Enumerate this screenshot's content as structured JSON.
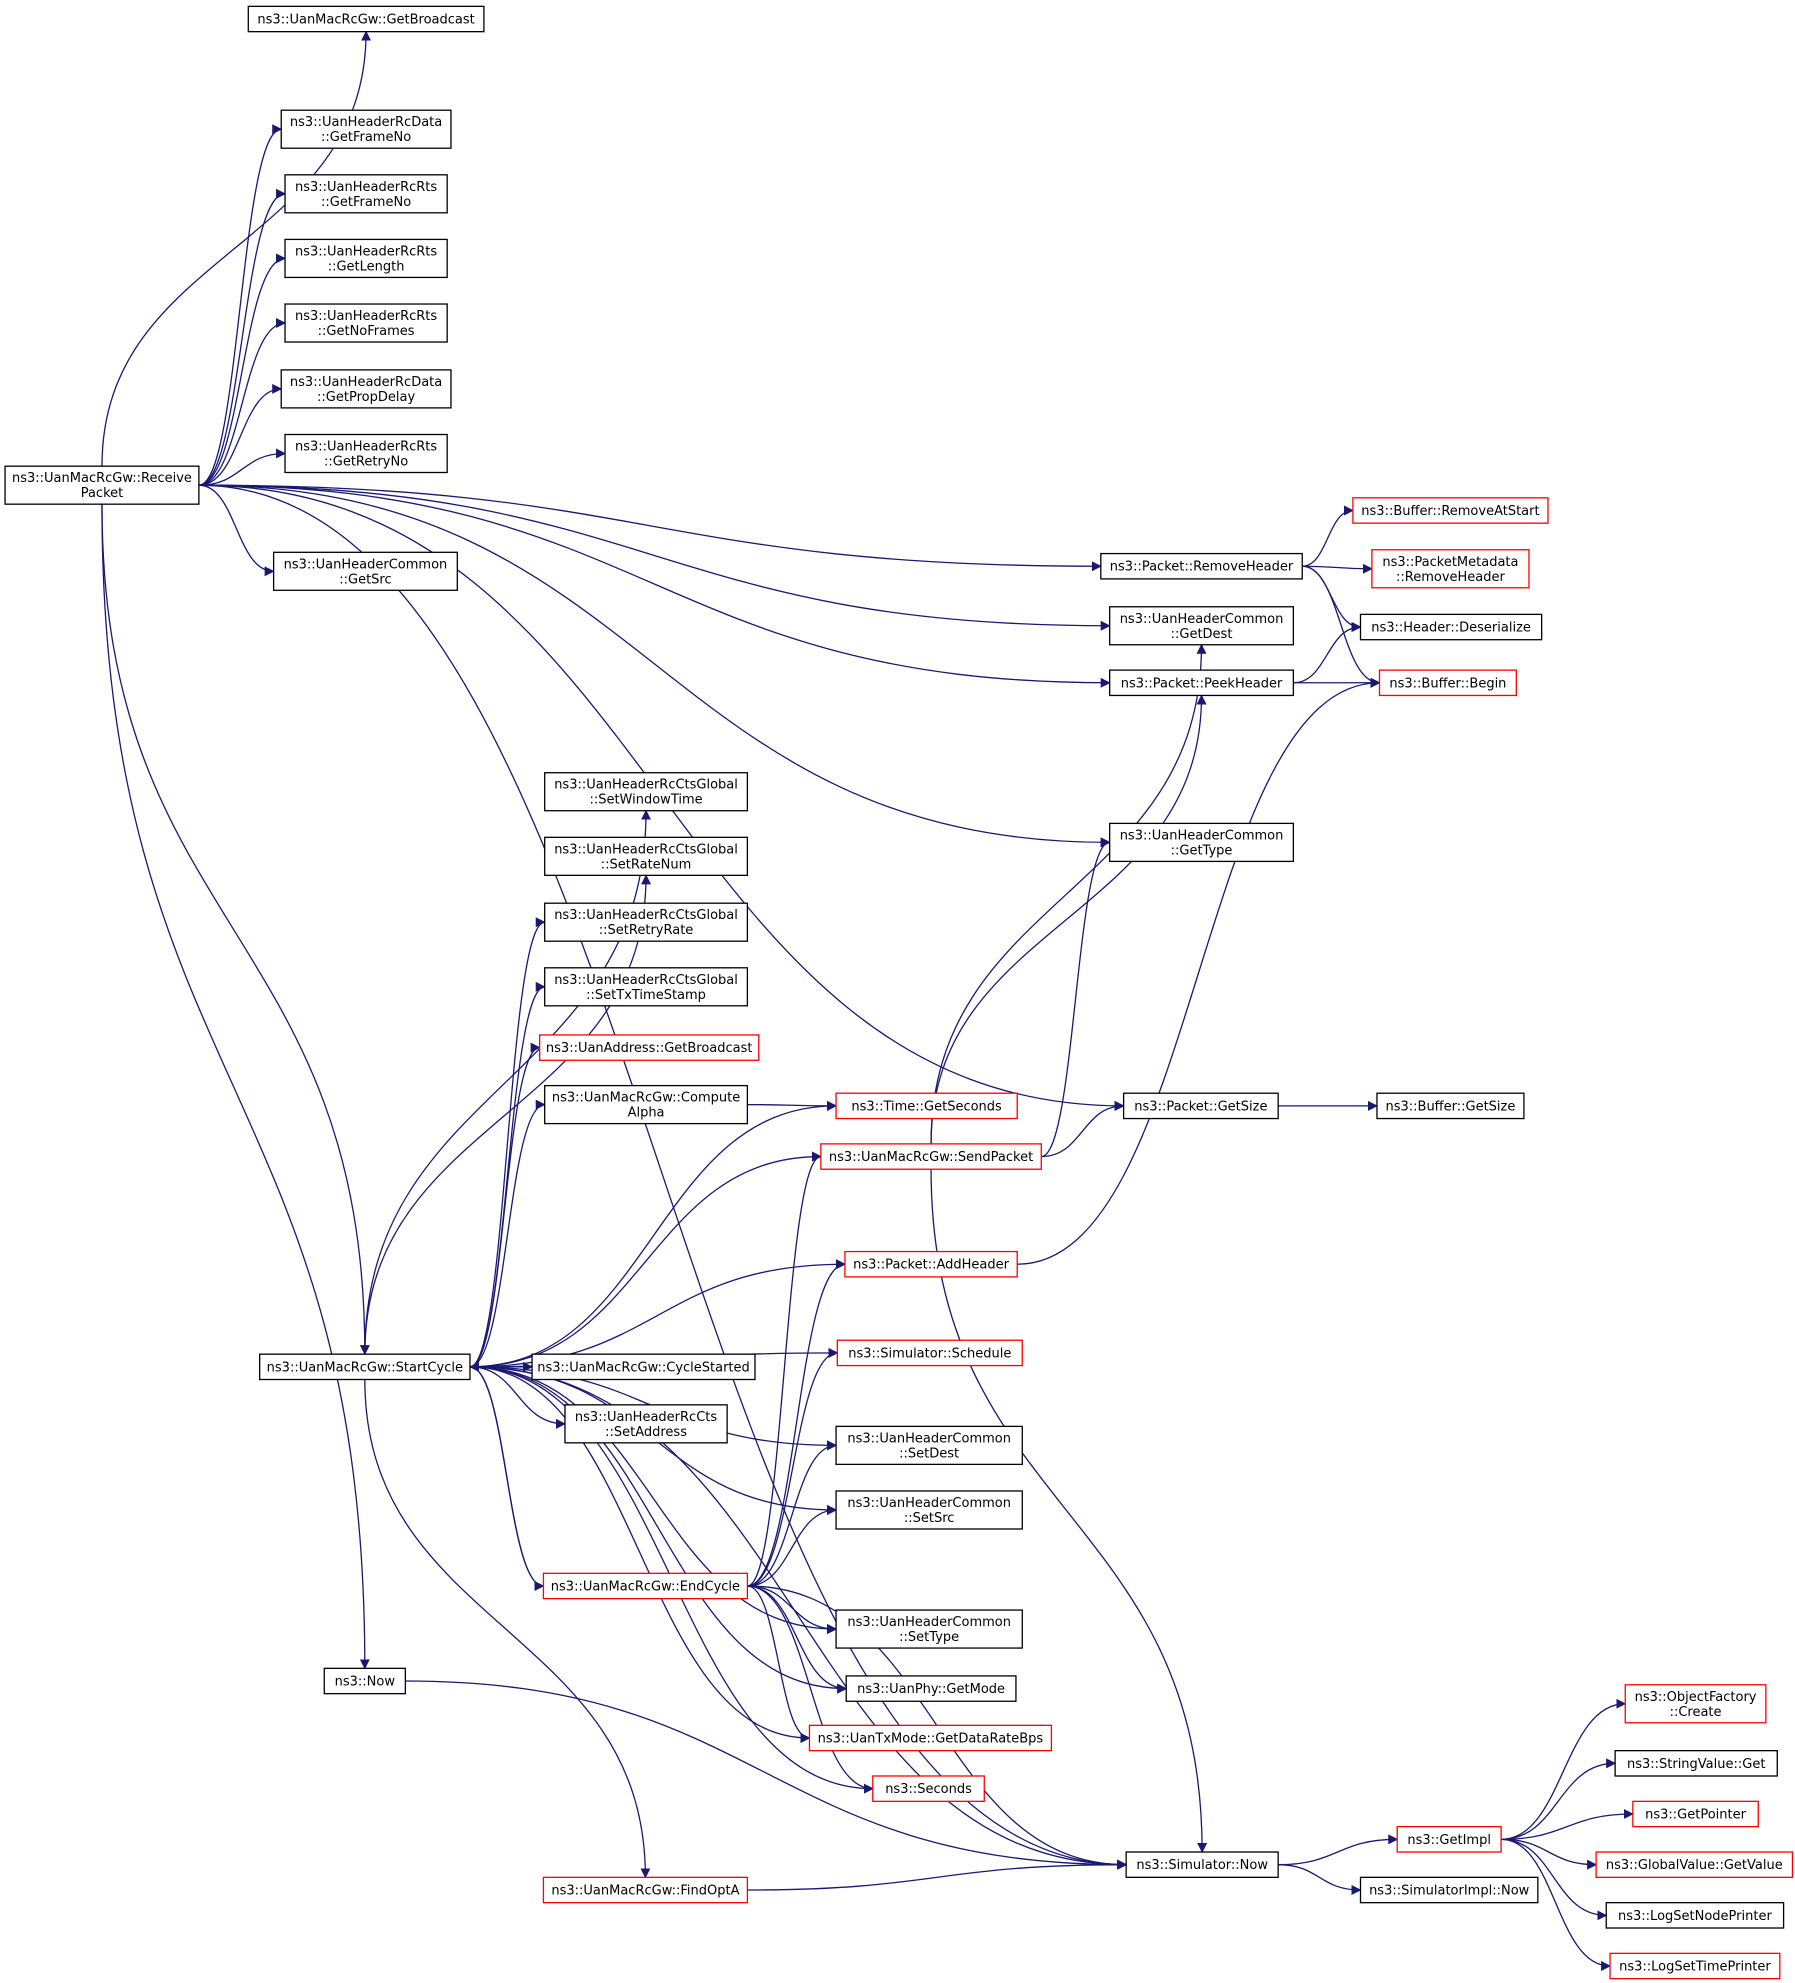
{
  "colors": {
    "edge": "#191970",
    "node_border": "#000000",
    "node_border_incomplete": "#ff0000",
    "focus_fill": "#bfbfbf",
    "node_fill": "#ffffff"
  },
  "nodes": {
    "n_receive": {
      "lines": [
        "ns3::UanMacRcGw::Receive",
        "Packet"
      ],
      "style": "focus"
    },
    "n_getbcast": {
      "lines": [
        "ns3::UanMacRcGw::GetBroadcast"
      ],
      "style": "normal"
    },
    "n_dfno": {
      "lines": [
        "ns3::UanHeaderRcData",
        "::GetFrameNo"
      ],
      "style": "normal"
    },
    "n_rfno": {
      "lines": [
        "ns3::UanHeaderRcRts",
        "::GetFrameNo"
      ],
      "style": "normal"
    },
    "n_rlen": {
      "lines": [
        "ns3::UanHeaderRcRts",
        "::GetLength"
      ],
      "style": "normal"
    },
    "n_rnof": {
      "lines": [
        "ns3::UanHeaderRcRts",
        "::GetNoFrames"
      ],
      "style": "normal"
    },
    "n_dprop": {
      "lines": [
        "ns3::UanHeaderRcData",
        "::GetPropDelay"
      ],
      "style": "normal"
    },
    "n_rretry": {
      "lines": [
        "ns3::UanHeaderRcRts",
        "::GetRetryNo"
      ],
      "style": "normal"
    },
    "n_csrc": {
      "lines": [
        "ns3::UanHeaderCommon",
        "::GetSrc"
      ],
      "style": "normal"
    },
    "n_pkrem": {
      "lines": [
        "ns3::Packet::RemoveHeader"
      ],
      "style": "normal"
    },
    "n_bufrem": {
      "lines": [
        "ns3::Buffer::RemoveAtStart"
      ],
      "style": "incomplete"
    },
    "n_pmrem": {
      "lines": [
        "ns3::PacketMetadata",
        "::RemoveHeader"
      ],
      "style": "incomplete"
    },
    "n_cdest": {
      "lines": [
        "ns3::UanHeaderCommon",
        "::GetDest"
      ],
      "style": "normal"
    },
    "n_hdes": {
      "lines": [
        "ns3::Header::Deserialize"
      ],
      "style": "normal"
    },
    "n_peek": {
      "lines": [
        "ns3::Packet::PeekHeader"
      ],
      "style": "normal"
    },
    "n_bufbegin": {
      "lines": [
        "ns3::Buffer::Begin"
      ],
      "style": "incomplete"
    },
    "n_ctype": {
      "lines": [
        "ns3::UanHeaderCommon",
        "::GetType"
      ],
      "style": "normal"
    },
    "n_swin": {
      "lines": [
        "ns3::UanHeaderRcCtsGlobal",
        "::SetWindowTime"
      ],
      "style": "normal"
    },
    "n_srate": {
      "lines": [
        "ns3::UanHeaderRcCtsGlobal",
        "::SetRateNum"
      ],
      "style": "normal"
    },
    "n_sretry": {
      "lines": [
        "ns3::UanHeaderRcCtsGlobal",
        "::SetRetryRate"
      ],
      "style": "normal"
    },
    "n_stx": {
      "lines": [
        "ns3::UanHeaderRcCtsGlobal",
        "::SetTxTimeStamp"
      ],
      "style": "normal"
    },
    "n_uabcast": {
      "lines": [
        "ns3::UanAddress::GetBroadcast"
      ],
      "style": "incomplete"
    },
    "n_alpha": {
      "lines": [
        "ns3::UanMacRcGw::Compute",
        "Alpha"
      ],
      "style": "normal"
    },
    "n_tsec": {
      "lines": [
        "ns3::Time::GetSeconds"
      ],
      "style": "incomplete"
    },
    "n_send": {
      "lines": [
        "ns3::UanMacRcGw::SendPacket"
      ],
      "style": "incomplete"
    },
    "n_psize": {
      "lines": [
        "ns3::Packet::GetSize"
      ],
      "style": "normal"
    },
    "n_bsize": {
      "lines": [
        "ns3::Buffer::GetSize"
      ],
      "style": "normal"
    },
    "n_padd": {
      "lines": [
        "ns3::Packet::AddHeader"
      ],
      "style": "incomplete"
    },
    "n_sched": {
      "lines": [
        "ns3::Simulator::Schedule"
      ],
      "style": "incomplete"
    },
    "n_start": {
      "lines": [
        "ns3::UanMacRcGw::StartCycle"
      ],
      "style": "normal"
    },
    "n_cyc": {
      "lines": [
        "ns3::UanMacRcGw::CycleStarted"
      ],
      "style": "normal"
    },
    "n_ctsaddr": {
      "lines": [
        "ns3::UanHeaderRcCts",
        "::SetAddress"
      ],
      "style": "normal"
    },
    "n_sdest": {
      "lines": [
        "ns3::UanHeaderCommon",
        "::SetDest"
      ],
      "style": "normal"
    },
    "n_ssrc": {
      "lines": [
        "ns3::UanHeaderCommon",
        "::SetSrc"
      ],
      "style": "normal"
    },
    "n_end": {
      "lines": [
        "ns3::UanMacRcGw::EndCycle"
      ],
      "style": "incomplete"
    },
    "n_stype": {
      "lines": [
        "ns3::UanHeaderCommon",
        "::SetType"
      ],
      "style": "normal"
    },
    "n_now": {
      "lines": [
        "ns3::Now"
      ],
      "style": "normal"
    },
    "n_getmode": {
      "lines": [
        "ns3::UanPhy::GetMode"
      ],
      "style": "normal"
    },
    "n_rate": {
      "lines": [
        "ns3::UanTxMode::GetDataRateBps"
      ],
      "style": "incomplete"
    },
    "n_secs": {
      "lines": [
        "ns3::Seconds"
      ],
      "style": "incomplete"
    },
    "n_simnow": {
      "lines": [
        "ns3::Simulator::Now"
      ],
      "style": "normal"
    },
    "n_optA": {
      "lines": [
        "ns3::UanMacRcGw::FindOptA"
      ],
      "style": "incomplete"
    },
    "n_getimpl": {
      "lines": [
        "ns3::GetImpl"
      ],
      "style": "incomplete"
    },
    "n_simimpl": {
      "lines": [
        "ns3::SimulatorImpl::Now"
      ],
      "style": "normal"
    },
    "n_ofcreate": {
      "lines": [
        "ns3::ObjectFactory",
        "::Create"
      ],
      "style": "incomplete"
    },
    "n_strget": {
      "lines": [
        "ns3::StringValue::Get"
      ],
      "style": "normal"
    },
    "n_getptr": {
      "lines": [
        "ns3::GetPointer"
      ],
      "style": "incomplete"
    },
    "n_gvget": {
      "lines": [
        "ns3::GlobalValue::GetValue"
      ],
      "style": "incomplete"
    },
    "n_lognode": {
      "lines": [
        "ns3::LogSetNodePrinter"
      ],
      "style": "normal"
    },
    "n_logtime": {
      "lines": [
        "ns3::LogSetTimePrinter"
      ],
      "style": "incomplete"
    }
  },
  "edges": [
    [
      "n_receive",
      "n_getbcast"
    ],
    [
      "n_receive",
      "n_dfno"
    ],
    [
      "n_receive",
      "n_rfno"
    ],
    [
      "n_receive",
      "n_rlen"
    ],
    [
      "n_receive",
      "n_rnof"
    ],
    [
      "n_receive",
      "n_dprop"
    ],
    [
      "n_receive",
      "n_rretry"
    ],
    [
      "n_receive",
      "n_csrc"
    ],
    [
      "n_receive",
      "n_pkrem"
    ],
    [
      "n_receive",
      "n_cdest"
    ],
    [
      "n_receive",
      "n_peek"
    ],
    [
      "n_receive",
      "n_ctype"
    ],
    [
      "n_receive",
      "n_psize"
    ],
    [
      "n_receive",
      "n_start"
    ],
    [
      "n_receive",
      "n_now"
    ],
    [
      "n_receive",
      "n_simnow"
    ],
    [
      "n_pkrem",
      "n_bufrem"
    ],
    [
      "n_pkrem",
      "n_pmrem"
    ],
    [
      "n_pkrem",
      "n_hdes"
    ],
    [
      "n_pkrem",
      "n_bufbegin"
    ],
    [
      "n_peek",
      "n_hdes"
    ],
    [
      "n_peek",
      "n_bufbegin"
    ],
    [
      "n_psize",
      "n_bsize"
    ],
    [
      "n_alpha",
      "n_tsec"
    ],
    [
      "n_send",
      "n_cdest"
    ],
    [
      "n_send",
      "n_peek"
    ],
    [
      "n_send",
      "n_ctype"
    ],
    [
      "n_send",
      "n_psize"
    ],
    [
      "n_send",
      "n_simnow"
    ],
    [
      "n_padd",
      "n_bufbegin"
    ],
    [
      "n_start",
      "n_swin"
    ],
    [
      "n_start",
      "n_srate"
    ],
    [
      "n_start",
      "n_sretry"
    ],
    [
      "n_start",
      "n_stx"
    ],
    [
      "n_start",
      "n_uabcast"
    ],
    [
      "n_start",
      "n_alpha"
    ],
    [
      "n_start",
      "n_tsec"
    ],
    [
      "n_start",
      "n_send"
    ],
    [
      "n_start",
      "n_padd"
    ],
    [
      "n_start",
      "n_sched"
    ],
    [
      "n_start",
      "n_cyc"
    ],
    [
      "n_start",
      "n_ctsaddr"
    ],
    [
      "n_start",
      "n_sdest"
    ],
    [
      "n_start",
      "n_ssrc"
    ],
    [
      "n_start",
      "n_end"
    ],
    [
      "n_start",
      "n_stype"
    ],
    [
      "n_start",
      "n_getmode"
    ],
    [
      "n_start",
      "n_rate"
    ],
    [
      "n_start",
      "n_secs"
    ],
    [
      "n_start",
      "n_simnow"
    ],
    [
      "n_start",
      "n_optA"
    ],
    [
      "n_end",
      "n_start"
    ],
    [
      "n_end",
      "n_send"
    ],
    [
      "n_end",
      "n_padd"
    ],
    [
      "n_end",
      "n_sched"
    ],
    [
      "n_end",
      "n_sdest"
    ],
    [
      "n_end",
      "n_ssrc"
    ],
    [
      "n_end",
      "n_stype"
    ],
    [
      "n_end",
      "n_getmode"
    ],
    [
      "n_end",
      "n_rate"
    ],
    [
      "n_end",
      "n_secs"
    ],
    [
      "n_end",
      "n_simnow"
    ],
    [
      "n_now",
      "n_simnow"
    ],
    [
      "n_optA",
      "n_simnow"
    ],
    [
      "n_simnow",
      "n_getimpl"
    ],
    [
      "n_simnow",
      "n_simimpl"
    ],
    [
      "n_getimpl",
      "n_ofcreate"
    ],
    [
      "n_getimpl",
      "n_strget"
    ],
    [
      "n_getimpl",
      "n_getptr"
    ],
    [
      "n_getimpl",
      "n_gvget"
    ],
    [
      "n_getimpl",
      "n_lognode"
    ],
    [
      "n_getimpl",
      "n_logtime"
    ]
  ]
}
